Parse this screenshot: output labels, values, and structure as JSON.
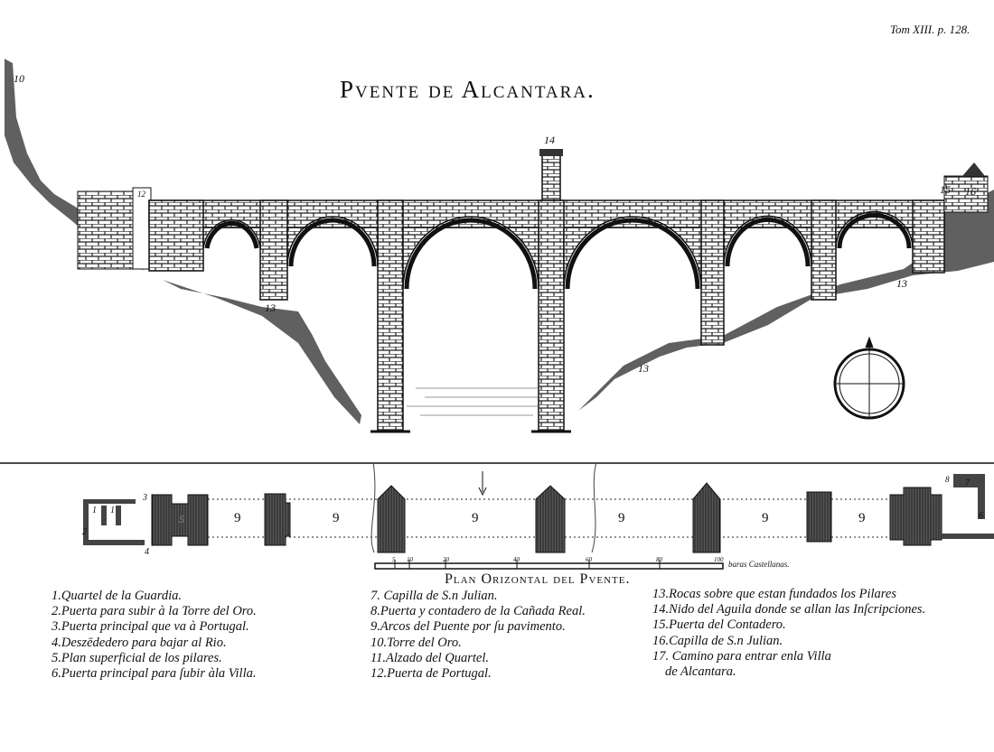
{
  "header": {
    "reference": "Tom XIII. p. 128.",
    "title": "Pvente de Alcantara."
  },
  "elevation_labels": {
    "torre": "10",
    "puerta_portugal": "12",
    "nido": "14",
    "contadero": "15",
    "capilla": "16",
    "rocas": "13"
  },
  "plan": {
    "title": "Plan Orizontal del Pvente.",
    "labels": {
      "quartel": "1",
      "puerta_torre": "2",
      "puerta_principal": "3",
      "deszededero": "4",
      "pilar": "5",
      "puerta_villa": "6",
      "capilla": "7",
      "puerta_contadero": "8",
      "arco": "9"
    },
    "scale": {
      "ticks": [
        "5",
        "10",
        "20",
        "40",
        "60",
        "80",
        "100"
      ],
      "unit": "baras Castellanas."
    }
  },
  "legend": {
    "col1": [
      "1.Quartel de la Guardia.",
      "2.Puerta para subir à la Torre del Oro.",
      "3.Puerta principal que va à Portugal.",
      "4.Deszēdedero para bajar al Rio.",
      "5.Plan superficial de los pilares.",
      "6.Puerta principal para ſubir àla Villa."
    ],
    "col2": [
      "7. Capilla de S.n Julian.",
      "8.Puerta y contadero de la Cañada Real.",
      "9.Arcos del Puente por ſu pavimento.",
      "10.Torre del Oro.",
      "11.Alzado del Quartel.",
      "12.Puerta de Portugal."
    ],
    "col3": [
      "13.Rocas sobre que estan fundados los Pilares",
      "14.Nido del Aguila donde se allan las Inſcripciones.",
      "15.Puerta del Contadero.",
      "16.Capilla de S.n Julian.",
      "17. Camino para entrar enla Villa",
      "de Alcantara."
    ]
  }
}
